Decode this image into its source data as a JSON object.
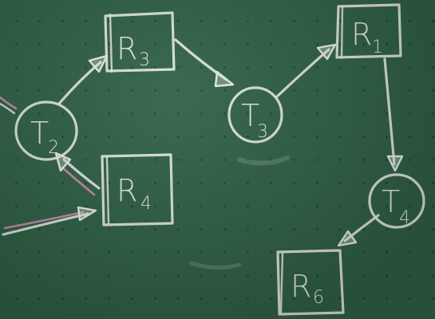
{
  "nodes": [
    {
      "id": "T2",
      "kind": "circle",
      "letter": "T",
      "index": "2"
    },
    {
      "id": "R3",
      "kind": "box",
      "letter": "R",
      "index": "3"
    },
    {
      "id": "T3",
      "kind": "circle",
      "letter": "T",
      "index": "3"
    },
    {
      "id": "R1",
      "kind": "box",
      "letter": "R",
      "index": "1"
    },
    {
      "id": "T4",
      "kind": "circle",
      "letter": "T",
      "index": "4"
    },
    {
      "id": "R6",
      "kind": "box",
      "letter": "R",
      "index": "6"
    },
    {
      "id": "R4",
      "kind": "box",
      "letter": "R",
      "index": "4"
    }
  ],
  "edges": [
    {
      "from": "T2",
      "to": "R3"
    },
    {
      "from": "R3",
      "to": "T3"
    },
    {
      "from": "T3",
      "to": "R1"
    },
    {
      "from": "R1",
      "to": "T4"
    },
    {
      "from": "T4",
      "to": "R6"
    },
    {
      "from": "R4",
      "to": "T2"
    },
    {
      "from": "offboard-left",
      "to": "R4"
    },
    {
      "from": "offboard-left",
      "to": "T2"
    }
  ],
  "colors": {
    "board": "#2f6045",
    "chalk": "#e8ece6",
    "pink_chalk": "#d98fb6"
  }
}
